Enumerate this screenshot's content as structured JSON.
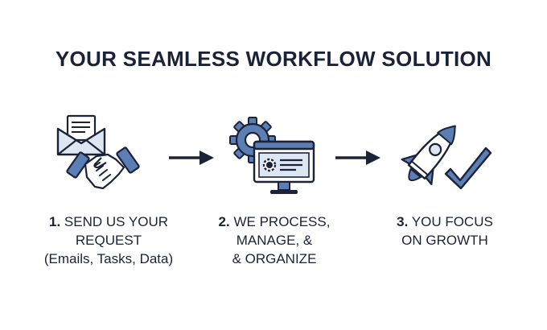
{
  "title": "YOUR SEAMLESS WORKFLOW SOLUTION",
  "colors": {
    "navy": "#1b2238",
    "accent_blue": "#5b7fb5",
    "light_blue": "#dde7f4"
  },
  "steps": [
    {
      "number": "1.",
      "line1": "SEND US YOUR",
      "line2": "REQUEST",
      "line3": "(Emails, Tasks, Data)",
      "icons": [
        "envelope-icon",
        "handshake-icon"
      ]
    },
    {
      "number": "2.",
      "line1": "WE PROCESS,",
      "line2": "MANAGE, &",
      "line3": "& ORGANIZE",
      "icons": [
        "gear-icon",
        "monitor-icon"
      ]
    },
    {
      "number": "3.",
      "line1": "YOU FOCUS",
      "line2": "ON GROWTH",
      "line3": "",
      "icons": [
        "rocket-icon",
        "checkmark-icon"
      ]
    }
  ]
}
